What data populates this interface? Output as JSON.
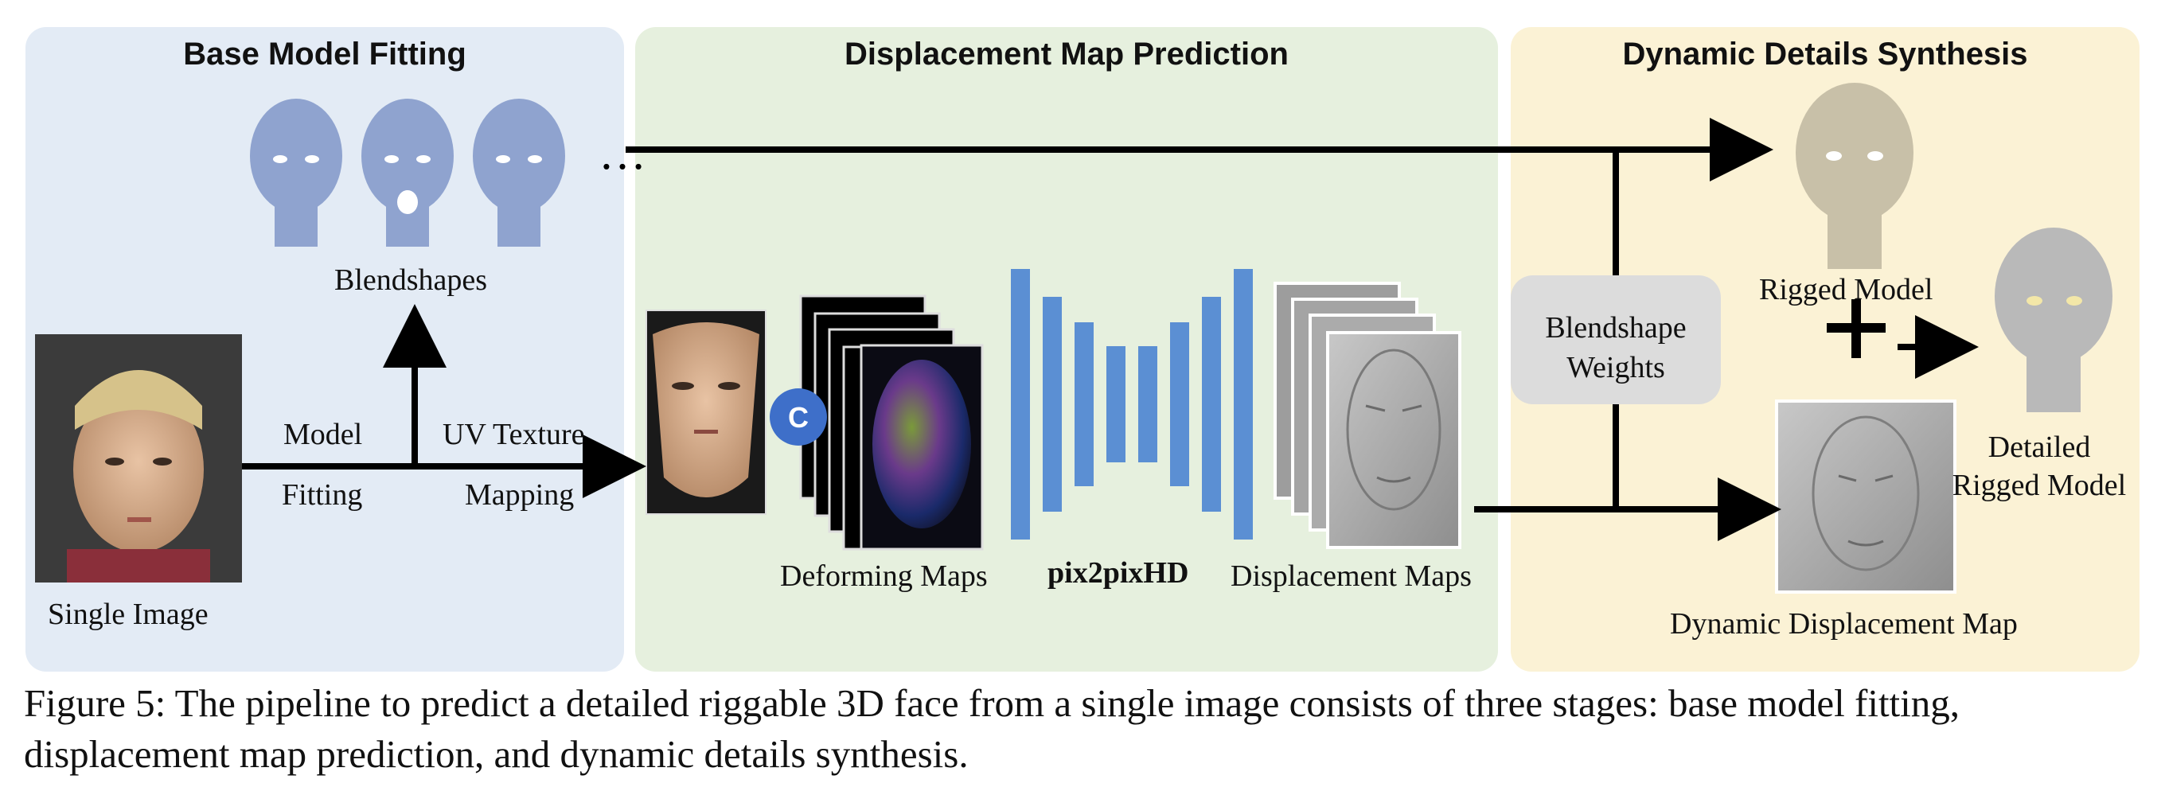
{
  "panels": {
    "base": {
      "title": "Base Model Fitting",
      "color": "#e3ebf5"
    },
    "displacement": {
      "title": "Displacement Map Prediction",
      "color": "#e6f0de"
    },
    "dynamic": {
      "title": "Dynamic Details Synthesis",
      "color": "#fbf2d5"
    }
  },
  "labels": {
    "blendshapes": "Blendshapes",
    "single_image": "Single Image",
    "model": "Model",
    "fitting": "Fitting",
    "uv_texture": "UV Texture",
    "mapping": "Mapping",
    "deforming_maps": "Deforming Maps",
    "network": "pix2pixHD",
    "displacement_maps": "Displacement Maps",
    "blendshape_weights_line1": "Blendshape",
    "blendshape_weights_line2": "Weights",
    "rigged_model": "Rigged Model",
    "detailed_line1": "Detailed",
    "detailed_line2": "Rigged Model",
    "dynamic_displacement_map": "Dynamic Displacement Map",
    "concat_symbol": "C",
    "ellipsis": "…",
    "plus": "+"
  },
  "caption": "Figure 5: The pipeline to predict a detailed riggable 3D face from a single image consists of three stages: base model fitting, displacement map prediction, and dynamic details synthesis.",
  "colors": {
    "network_bars": "#5b8fd3",
    "blendshape_mesh": "#8fa3cf",
    "rigged_mesh": "#c8c0a8",
    "detailed_mesh": "#b9b9b9",
    "concat_badge": "#3e6fc9",
    "weights_box": "#dcdcdc"
  }
}
